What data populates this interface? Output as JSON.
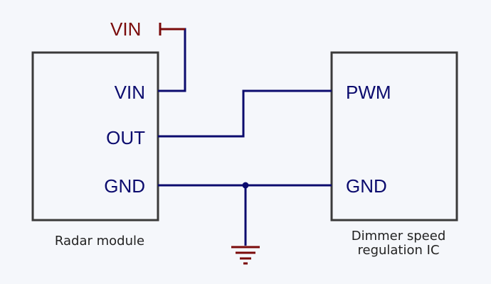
{
  "diagram": {
    "colors": {
      "wire": "#0b0b6e",
      "supply": "#7a0a0a",
      "box_border": "#3a3a3a",
      "background": "#f5f7fb",
      "caption": "#222222"
    },
    "supply_label": "VIN",
    "radar_module": {
      "caption": "Radar module",
      "pins": {
        "vin": "VIN",
        "out": "OUT",
        "gnd": "GND"
      }
    },
    "dimmer_ic": {
      "caption_line1": "Dimmer speed",
      "caption_line2": "regulation IC",
      "pins": {
        "pwm": "PWM",
        "gnd": "GND"
      }
    },
    "ground_symbol": "ground-icon"
  }
}
